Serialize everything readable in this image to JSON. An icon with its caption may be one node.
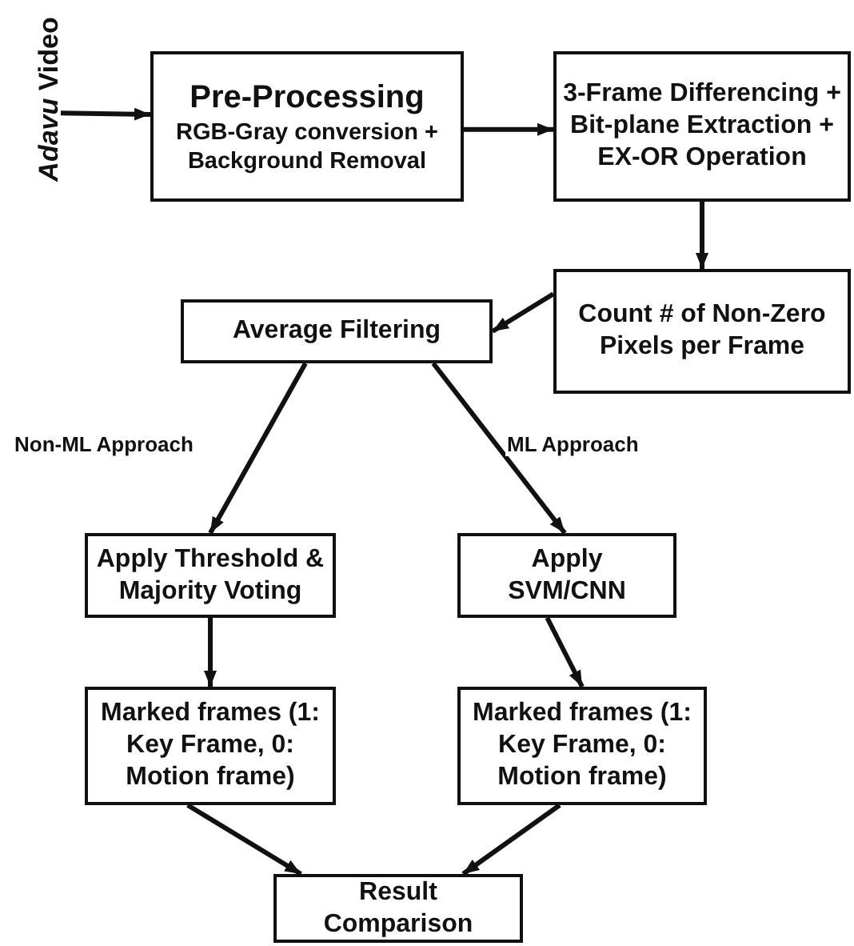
{
  "diagram": {
    "nodes": [
      {
        "text": [
          "*Adavu* Video"
        ]
      },
      {
        "text": [
          "Pre-Processing",
          "RGB-Gray conversion + Background Removal"
        ]
      },
      {
        "text": [
          "3-Frame Differencing + Bit-plane Extraction + EX-OR Operation"
        ]
      },
      {
        "text": [
          "Count # of Non-Zero Pixels per Frame"
        ]
      },
      {
        "text": [
          "Average Filtering"
        ]
      },
      {
        "text": [
          "Apply Threshold & Majority Voting"
        ]
      },
      {
        "text": [
          "Apply SVM/CNN"
        ]
      },
      {
        "text": [
          "Marked frames (1: Key Frame, 0: Motion frame)"
        ]
      },
      {
        "text": [
          "Marked frames (1: Key Frame, 0: Motion frame)"
        ]
      },
      {
        "text": [
          "Result Comparison"
        ]
      }
    ],
    "edges": [
      {
        "from": 0,
        "to": 1,
        "arrow": "to"
      },
      {
        "from": 1,
        "to": 2,
        "arrow": "to"
      },
      {
        "from": 2,
        "to": 3,
        "arrow": "to"
      },
      {
        "from": 3,
        "to": 4,
        "arrow": "to"
      },
      {
        "from": 4,
        "to": 5,
        "arrow": "to",
        "label": "Non-ML Approach"
      },
      {
        "from": 4,
        "to": 6,
        "arrow": "to",
        "label": "ML Approach"
      },
      {
        "from": 5,
        "to": 7,
        "arrow": "to"
      },
      {
        "from": 6,
        "to": 8,
        "arrow": "to"
      },
      {
        "from": 7,
        "to": 9,
        "arrow": "to"
      },
      {
        "from": 8,
        "to": 9,
        "arrow": "to"
      }
    ]
  }
}
